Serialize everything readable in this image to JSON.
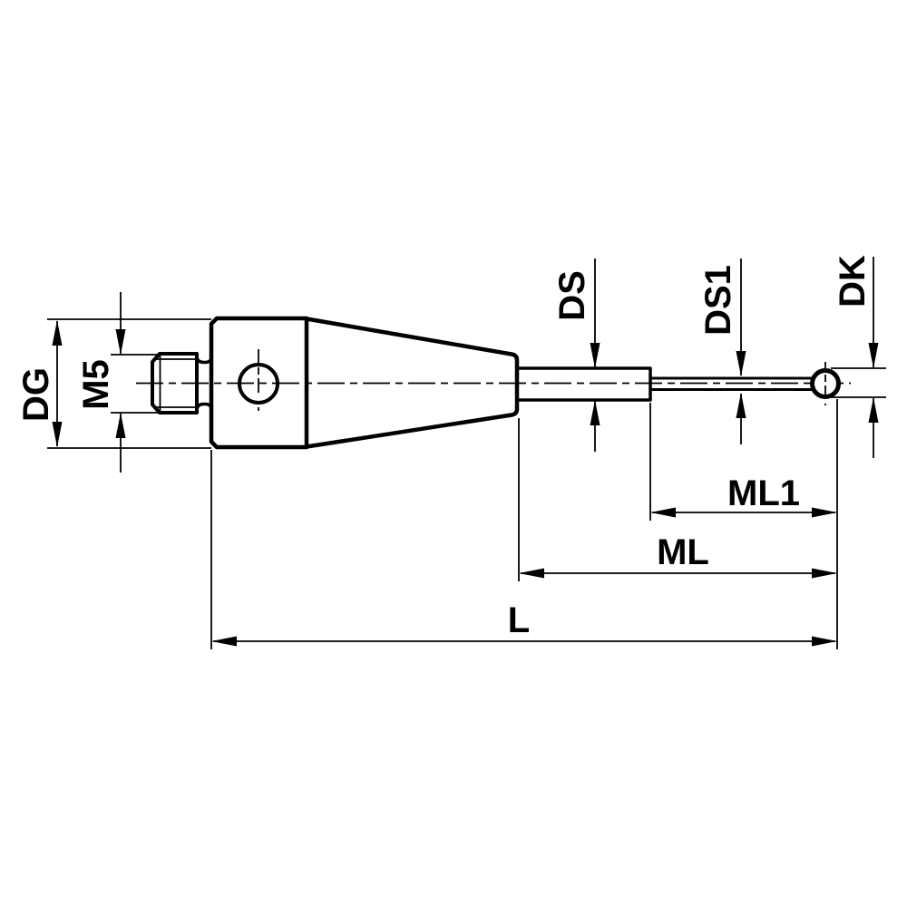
{
  "page": {
    "background": "#ffffff"
  },
  "drawing": {
    "type": "technical-dimension-drawing",
    "subject": "cmm-stylus-side-view",
    "line_color": "#000000",
    "labels": {
      "dg": "DG",
      "m5": "M5",
      "ds": "DS",
      "ds1": "DS1",
      "dk": "DK",
      "ml1": "ML1",
      "ml": "ML",
      "l": "L"
    }
  }
}
